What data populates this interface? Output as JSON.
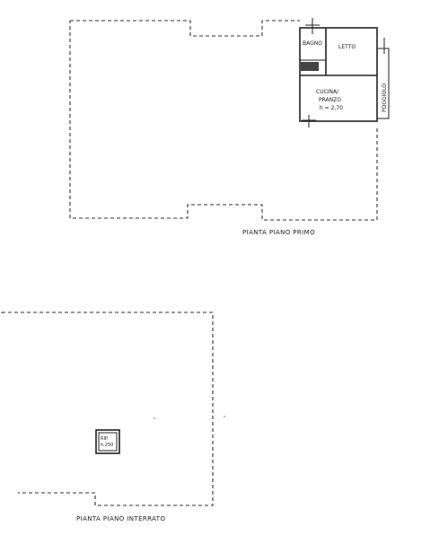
{
  "plans": [
    {
      "caption": "PIANTA PIANO PRIMO",
      "rooms": {
        "bagno": "BAGNO",
        "letto": "LETTO",
        "cucina_line1": "CUCINA/",
        "cucina_line2": "PRANZO",
        "cucina_line3": "h = 2,70",
        "poggiolo": "POGGIOLO"
      }
    },
    {
      "caption": "PIANTA PIANO INTERRATO",
      "rooms": {
        "rip_line1": "RIP.",
        "rip_line2": "h.250"
      }
    }
  ]
}
